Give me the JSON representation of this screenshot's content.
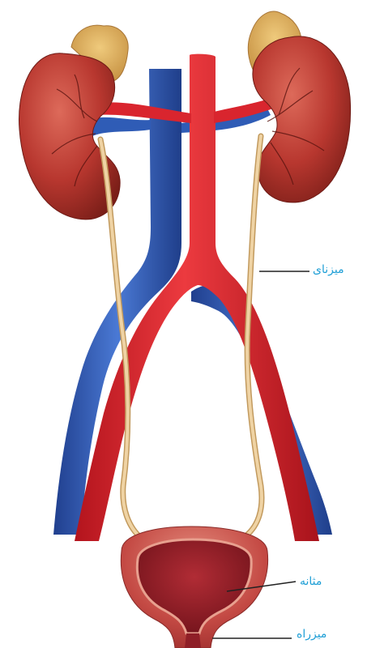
{
  "labels": {
    "ureter": "میزنای",
    "bladder": "مثانه",
    "urethra": "میزراه"
  },
  "colors": {
    "kidney": "#b8372f",
    "kidney_dark": "#8e231c",
    "adrenal": "#dcae5c",
    "artery": "#d9252e",
    "vein": "#2f5cb6",
    "ureter": "#e4c08a",
    "bladder": "#c44a44",
    "bladder_inner": "#8f1f27",
    "label": "#1f9fd6",
    "leader_line": "#222222"
  }
}
